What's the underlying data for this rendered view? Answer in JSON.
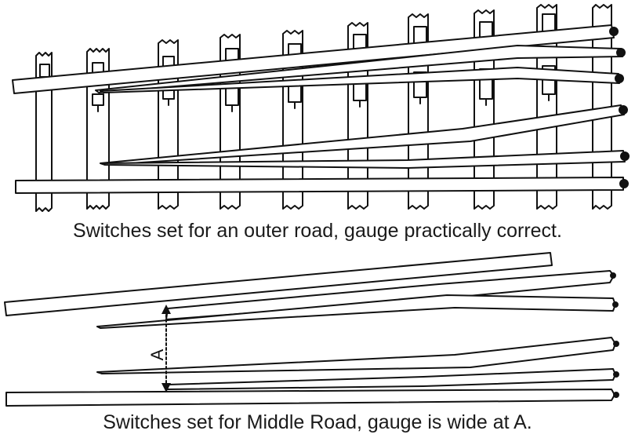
{
  "figure_top": {
    "caption": "Switches set for an outer road, gauge practically correct."
  },
  "figure_bottom": {
    "caption": "Switches set for Middle Road, gauge is wide at A.",
    "dimension_label": "A"
  },
  "colors": {
    "line": "#111111",
    "background": "#ffffff"
  }
}
